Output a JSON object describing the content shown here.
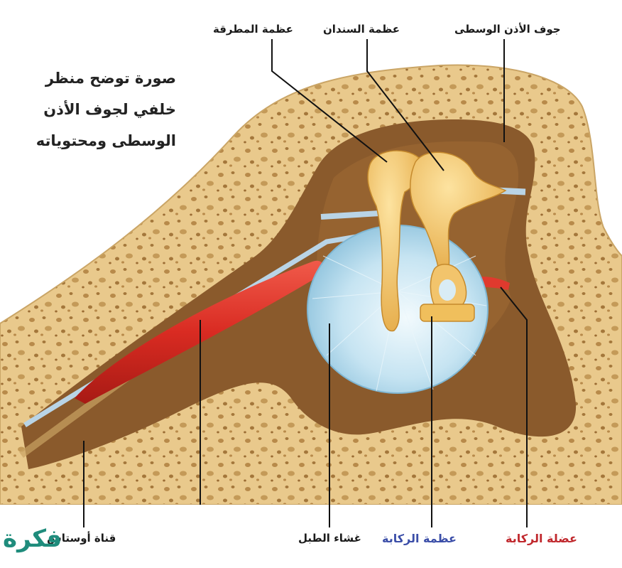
{
  "caption": {
    "line1": "صورة توضح منظر",
    "line2": "خلفي لجوف الأذن",
    "line3": "الوسطى ومحتوياته"
  },
  "labels": {
    "middle_ear_cavity": "جوف الأذن الوسطى",
    "incus": "عظمة السندان",
    "malleus": "عظمة المطرقة",
    "eustachian_tube": "قناة أوستاش",
    "tympanic_membrane": "غشاء الطبل",
    "stapes": "عظمة الركابة",
    "stapedius_muscle": "عضلة الركابة"
  },
  "colors": {
    "bone": "#e9c98c",
    "cavity": "#8a5a2c",
    "membrane": "#bfe0f0",
    "ossicle": "#f0bf5c",
    "muscle": "#d92b22",
    "stapes_label": "#3b4ea8",
    "stapedius_label": "#c0282d",
    "logo": "#1f8c7c"
  },
  "watermark": "فكرة"
}
